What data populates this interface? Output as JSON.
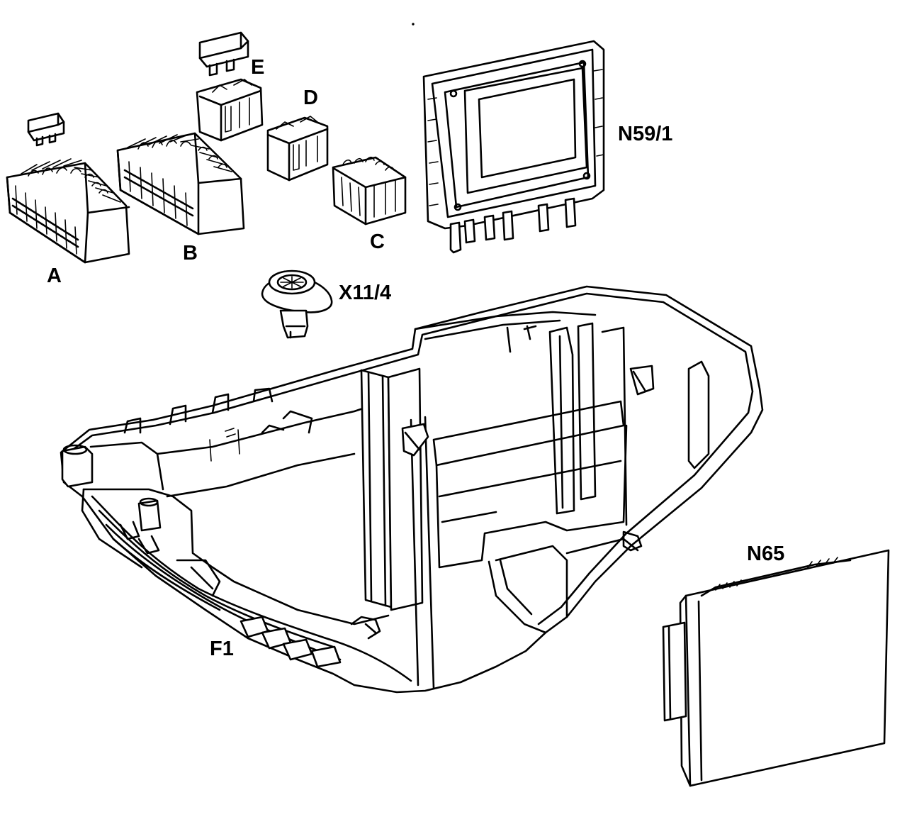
{
  "labels": {
    "A": "A",
    "B": "B",
    "C": "C",
    "D": "D",
    "E": "E",
    "X11_4": "X11/4",
    "N59_1": "N59/1",
    "N65": "N65",
    "F1": "F1"
  }
}
